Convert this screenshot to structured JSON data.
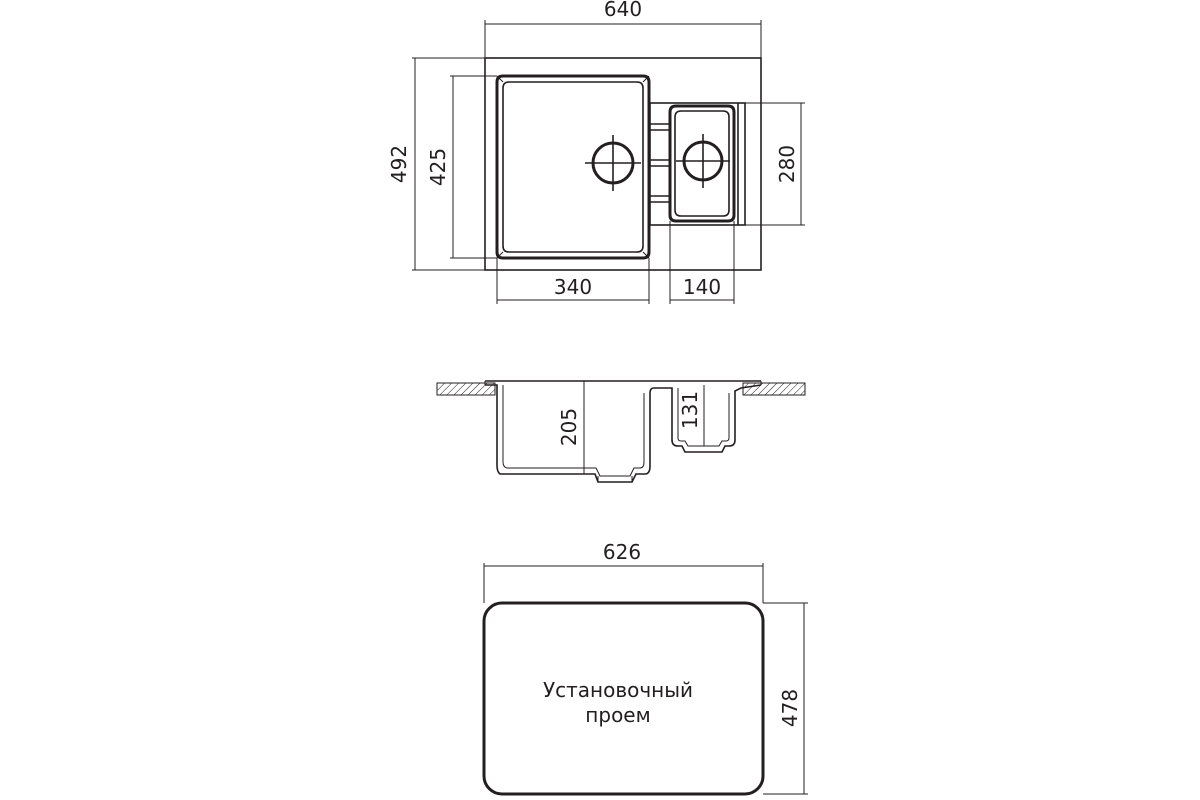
{
  "top_view": {
    "overall_width": "640",
    "overall_depth": "492",
    "main_bowl_depth": "425",
    "main_bowl_width": "340",
    "small_bowl_width": "140",
    "small_bowl_depth": "280"
  },
  "section_view": {
    "main_bowl_height": "205",
    "small_bowl_height": "131"
  },
  "cutout": {
    "width": "626",
    "depth": "478",
    "label_line1": "Установочный",
    "label_line2": "проем"
  },
  "colors": {
    "line": "#231f20",
    "hatch": "#231f20",
    "background": "#ffffff"
  }
}
